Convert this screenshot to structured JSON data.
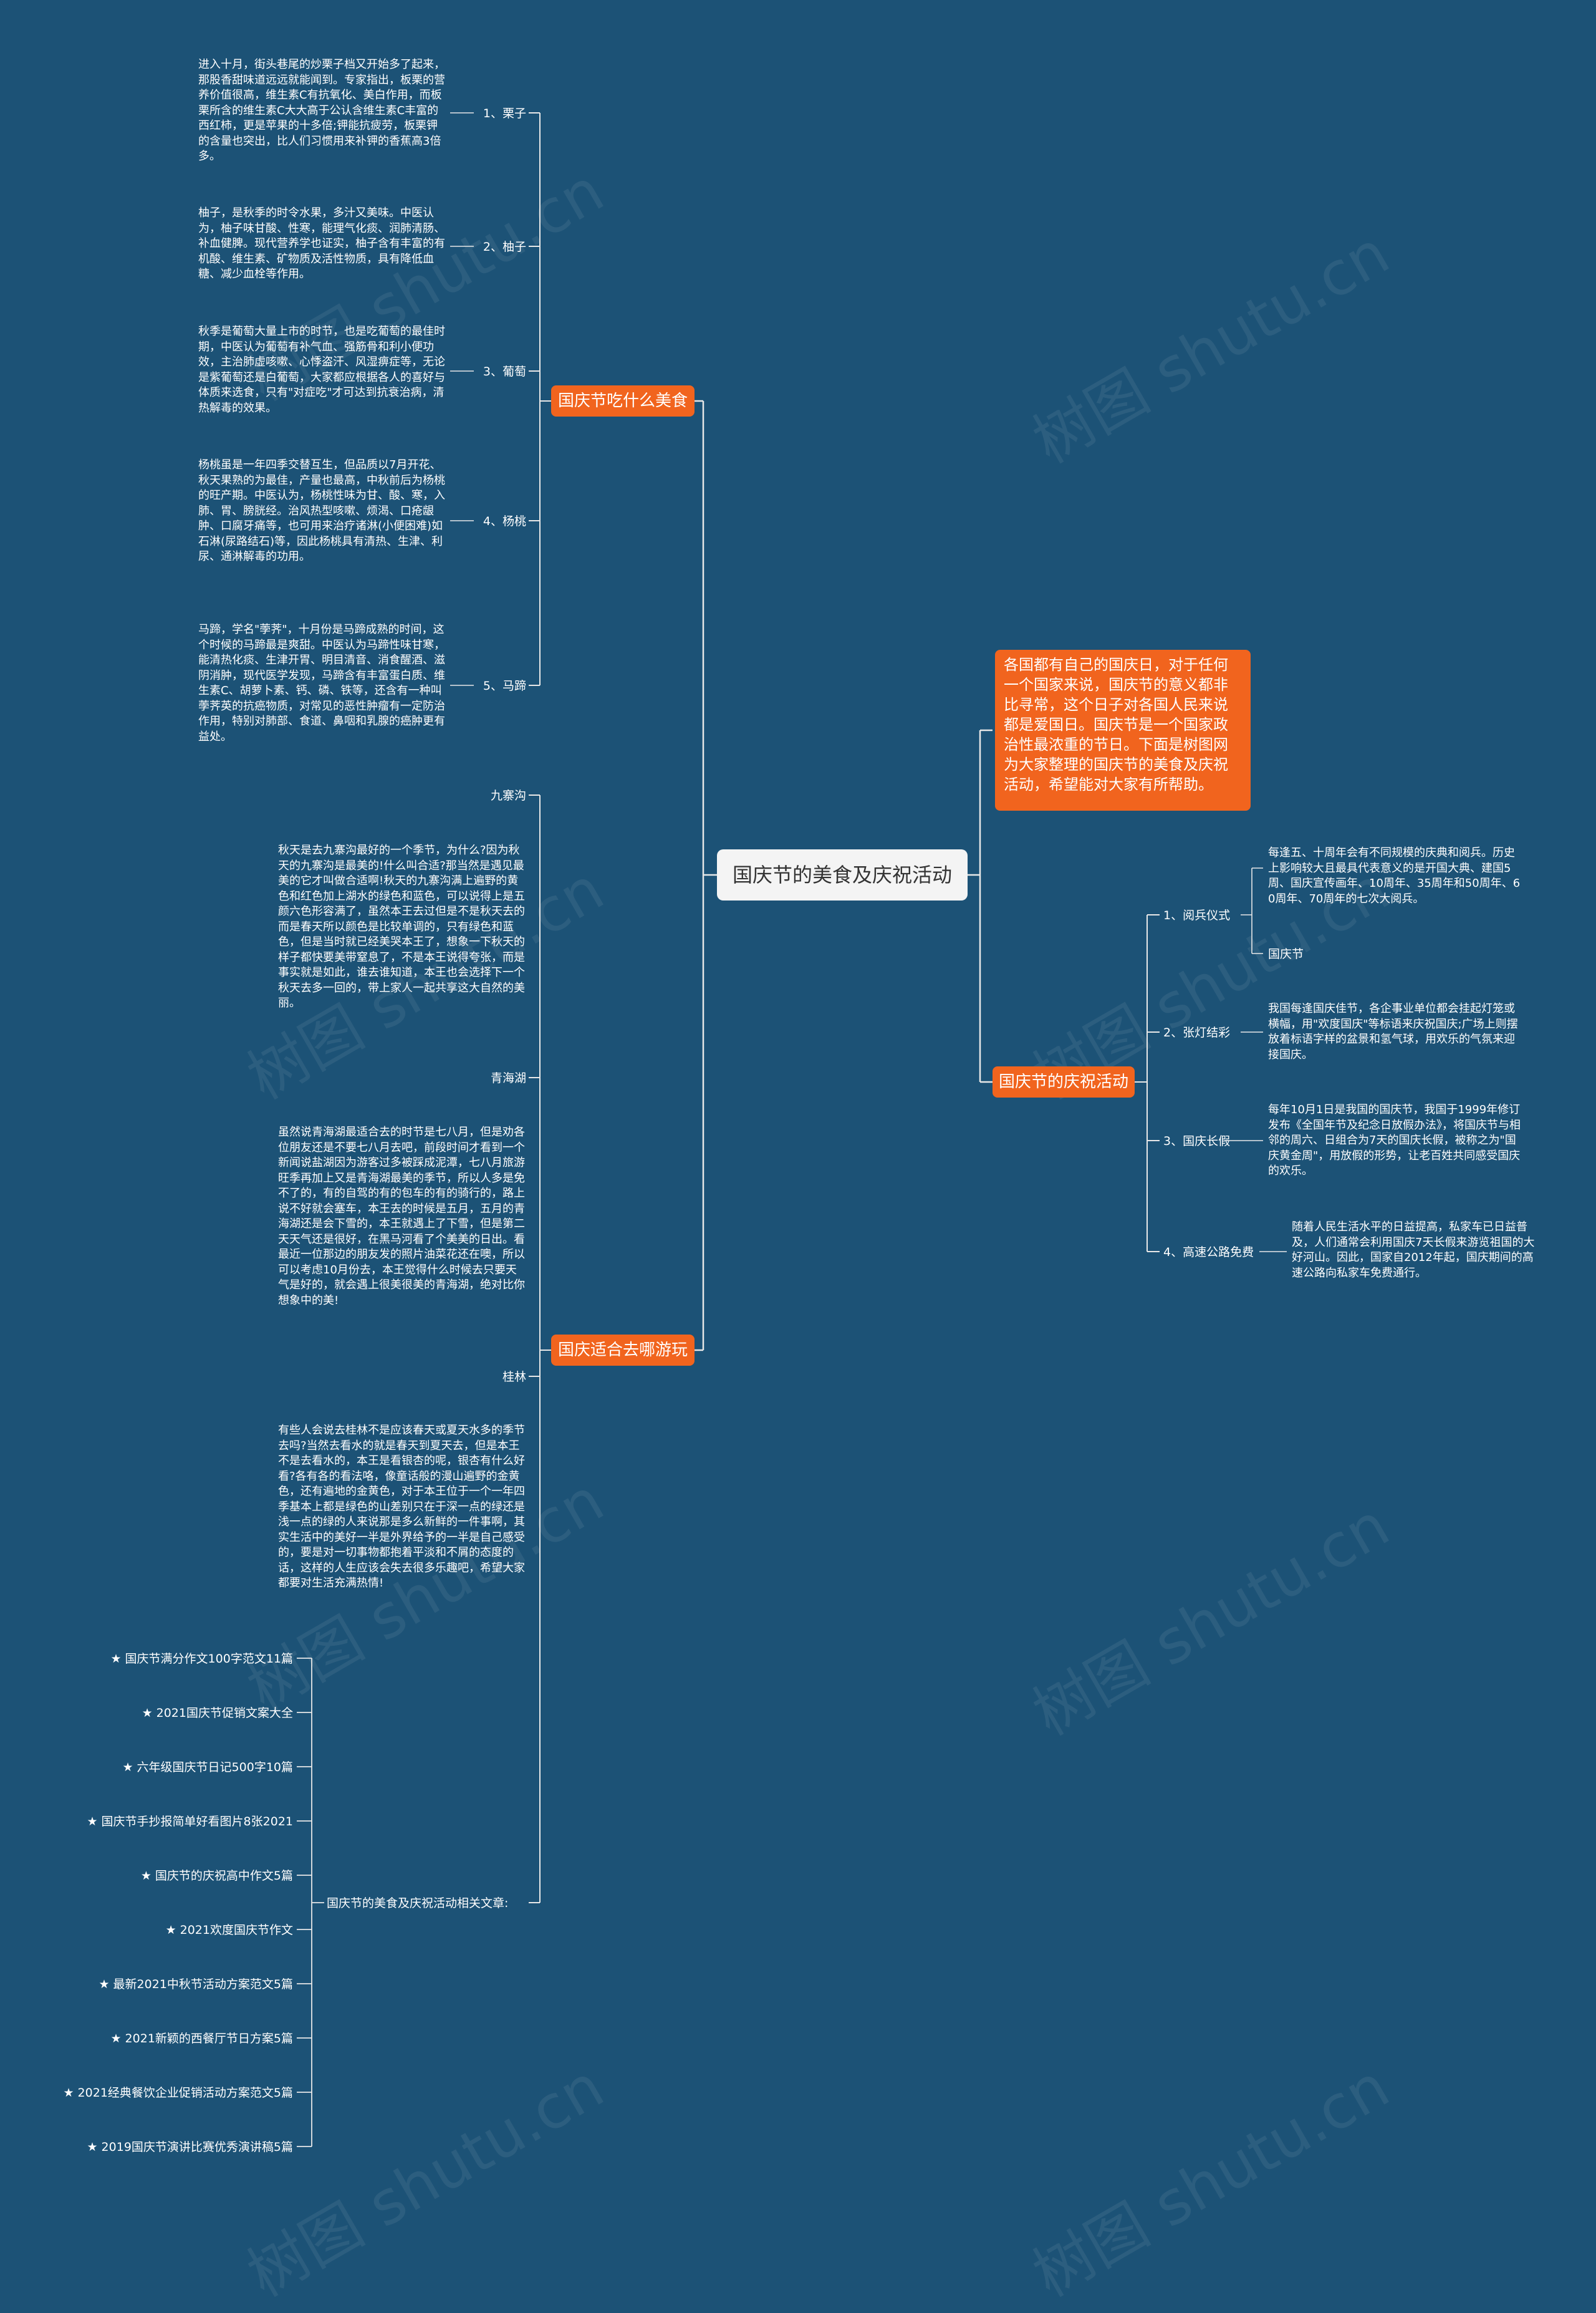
{
  "root": {
    "title": "国庆节的美食及庆祝活动"
  },
  "intro": "各国都有自己的国庆日，对于任何一个国家来说，国庆节的意义都非比寻常，这个日子对各国人民来说都是爱国日。国庆节是一个国家政治性最浓重的节日。下面是树图网为大家整理的国庆节的美食及庆祝活动，希望能对大家有所帮助。",
  "watermark": "树图 shutu.cn",
  "food": {
    "title": "国庆节吃什么美食",
    "items": [
      {
        "label": "1、栗子",
        "text": "进入十月，街头巷尾的炒栗子档又开始多了起来，那股香甜味道远远就能闻到。专家指出，板栗的营养价值很高，维生素C有抗氧化、美白作用，而板栗所含的维生素C大大高于公认含维生素C丰富的西红柿，更是苹果的十多倍;钾能抗疲劳，板栗钾的含量也突出，比人们习惯用来补钾的香蕉高3倍多。"
      },
      {
        "label": "2、柚子",
        "text": "柚子，是秋季的时令水果，多汁又美味。中医认为，柚子味甘酸、性寒，能理气化痰、润肺清肠、补血健脾。现代营养学也证实，柚子含有丰富的有机酸、维生素、矿物质及活性物质，具有降低血糖、减少血栓等作用。"
      },
      {
        "label": "3、葡萄",
        "text": "秋季是葡萄大量上市的时节，也是吃葡萄的最佳时期，中医认为葡萄有补气血、强筋骨和利小便功效，主治肺虚咳嗽、心悸盗汗、风湿痹症等，无论是紫葡萄还是白葡萄，大家都应根据各人的喜好与体质来选食，只有\"对症吃\"才可达到抗衰治病，清热解毒的效果。"
      },
      {
        "label": "4、杨桃",
        "text": "杨桃虽是一年四季交替互生，但品质以7月开花、秋天果熟的为最佳，产量也最高，中秋前后为杨桃的旺产期。中医认为，杨桃性味为甘、酸、寒，入肺、胃、膀胱经。治风热型咳嗽、烦渴、口疮龈肿、口腐牙痛等，也可用来治疗诸淋(小便困难)如石淋(尿路结石)等，因此杨桃具有清热、生津、利尿、通淋解毒的功用。"
      },
      {
        "label": "5、马蹄",
        "text": "马蹄，学名\"荸荠\"，十月份是马蹄成熟的时间，这个时候的马蹄最是爽甜。中医认为马蹄性味甘寒，能清热化痰、生津开胃、明目清音、消食醒酒、滋阴消肿，现代医学发现，马蹄含有丰富蛋白质、维生素C、胡萝卜素、钙、磷、铁等，还含有一种叫荸荠英的抗癌物质，对常见的恶性肿瘤有一定防治作用，特别对肺部、食道、鼻咽和乳腺的癌肿更有益处。"
      }
    ]
  },
  "travel": {
    "title": "国庆适合去哪游玩",
    "items": [
      {
        "label": "九寨沟",
        "text": "秋天是去九寨沟最好的一个季节，为什么?因为秋天的九寨沟是最美的!什么叫合适?那当然是遇见最美的它才叫做合适啊!秋天的九寨沟满上遍野的黄色和红色加上湖水的绿色和蓝色，可以说得上是五颜六色形容满了，虽然本王去过但是不是秋天去的而是春天所以颜色是比较单调的，只有绿色和蓝色，但是当时就已经美哭本王了，想象一下秋天的样子都快要美带窒息了，不是本王说得夸张，而是事实就是如此，谁去谁知道，本王也会选择下一个秋天去多一回的，带上家人一起共享这大自然的美丽。"
      },
      {
        "label": "青海湖",
        "text": "虽然说青海湖最适合去的时节是七八月，但是劝各位朋友还是不要七八月去吧，前段时间才看到一个新闻说盐湖因为游客过多被踩成泥潭，七八月旅游旺季再加上又是青海湖最美的季节，所以人多是免不了的，有的自驾的有的包车的有的骑行的，路上说不好就会塞车，本王去的时候是五月，五月的青海湖还是会下雪的，本王就遇上了下雪，但是第二天天气还是很好，在黑马河看了个美美的日出。看最近一位那边的朋友发的照片油菜花还在噢，所以可以考虑10月份去，本王觉得什么时候去只要天气是好的，就会遇上很美很美的青海湖，绝对比你想象中的美!"
      },
      {
        "label": "桂林",
        "text": "有些人会说去桂林不是应该春天或夏天水多的季节去吗?当然去看水的就是春天到夏天去，但是本王不是去看水的，本王是看银杏的呢，银杏有什么好看?各有各的看法咯，像童话般的漫山遍野的金黄色，还有遍地的金黄色，对于本王位于一个一年四季基本上都是绿色的山差别只在于深一点的绿还是浅一点的绿的人来说那是多么新鲜的一件事啊，其实生活中的美好一半是外界给予的一半是自己感受的，要是对一切事物都抱着平淡和不屑的态度的话，这样的人生应该会失去很多乐趣吧，希望大家都要对生活充满热情!"
      }
    ]
  },
  "related": {
    "label": "国庆节的美食及庆祝活动相关文章:",
    "items": [
      "★ 国庆节满分作文100字范文11篇",
      "★ 2021国庆节促销文案大全",
      "★ 六年级国庆节日记500字10篇",
      "★ 国庆节手抄报简单好看图片8张2021",
      "★ 国庆节的庆祝高中作文5篇",
      "★ 2021欢度国庆节作文",
      "★ 最新2021中秋节活动方案范文5篇",
      "★ 2021新颖的西餐厅节日方案5篇",
      "★ 2021经典餐饮企业促销活动方案范文5篇",
      "★ 2019国庆节演讲比赛优秀演讲稿5篇"
    ]
  },
  "celebration": {
    "title": "国庆节的庆祝活动",
    "items": [
      {
        "label": "1、阅兵仪式",
        "texts": [
          "每逢五、十周年会有不同规模的庆典和阅兵。历史上影响较大且最具代表意义的是开国大典、建国5周、国庆宣传画年、10周年、35周年和50周年、60周年、70周年的七次大阅兵。",
          "国庆节"
        ]
      },
      {
        "label": "2、张灯结彩",
        "texts": [
          "我国每逢国庆佳节，各企事业单位都会挂起灯笼或横幅，用\"欢度国庆\"等标语来庆祝国庆;广场上则摆放着标语字样的盆景和氢气球，用欢乐的气氛来迎接国庆。"
        ]
      },
      {
        "label": "3、国庆长假",
        "texts": [
          "每年10月1日是我国的国庆节，我国于1999年修订发布《全国年节及纪念日放假办法》，将国庆节与相邻的周六、日组合为7天的国庆长假，被称之为\"国庆黄金周\"，用放假的形势，让老百姓共同感受国庆的欢乐。"
        ]
      },
      {
        "label": "4、高速公路免费",
        "texts": [
          "随着人民生活水平的日益提高，私家车已日益普及，人们通常会利用国庆7天长假来游览祖国的大好河山。因此，国家自2012年起，国庆期间的高速公路向私家车免费通行。"
        ]
      }
    ]
  },
  "colors": {
    "background": "#1c5276",
    "accent": "#f1641e",
    "root_bg": "#f4f4f4",
    "line": "#e8e8e8"
  }
}
